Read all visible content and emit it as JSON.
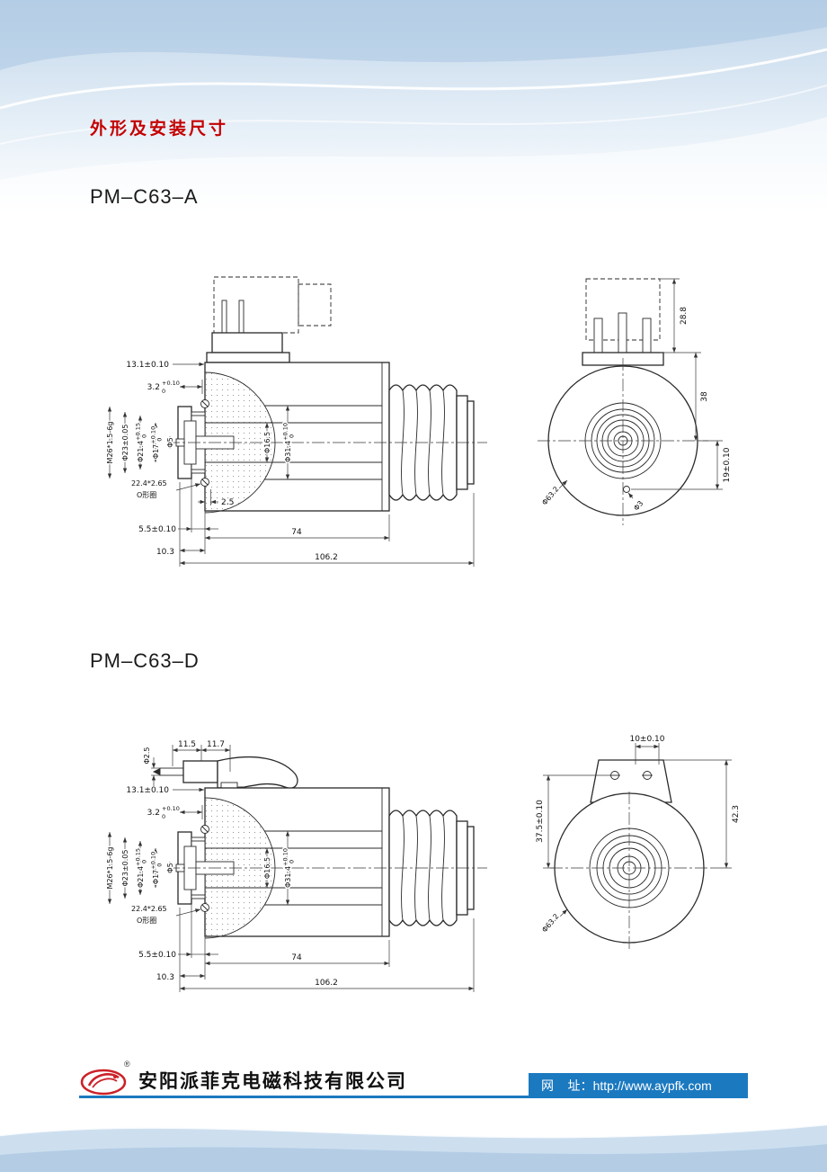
{
  "page": {
    "heading": "外形及安装尺寸",
    "model_a": "PM–C63–A",
    "model_d": "PM–C63–D"
  },
  "dims": {
    "t13_1": "13.1±0.10",
    "t3_2": "3.2",
    "tol_p010": "+0.10",
    "tol_p015": "+0.15",
    "tol_zero": "0",
    "m26": "M26*1.5-6g",
    "d23": "Φ23±0.05",
    "d21_4": "Φ21.4",
    "d17": "Φ17",
    "d5": "Φ5",
    "d16_5": "Φ16.5",
    "d31_4": "Φ31.4",
    "oring_size": "22.4*2.65",
    "oring": "O形圈",
    "t2_5": "2.5",
    "t5_5": "5.5±0.10",
    "t74": "74",
    "t10_3": "10.3",
    "t106_2": "106.2",
    "d63_2": "Φ63.2"
  },
  "front_a": {
    "t28_8": "28.8",
    "t38": "38",
    "t19": "19±0.10",
    "d3": "Φ3"
  },
  "side_d": {
    "d2_5": "Φ2.5",
    "t11_5": "11.5",
    "t11_7": "11.7"
  },
  "front_d": {
    "t10": "10±0.10",
    "t37_5": "37.5±0.10",
    "t42_3": "42.3"
  },
  "footer": {
    "company": "安阳派菲克电磁科技有限公司",
    "site_label": "网    址：",
    "site_url": "http://www.aypfk.com",
    "reg": "®"
  }
}
